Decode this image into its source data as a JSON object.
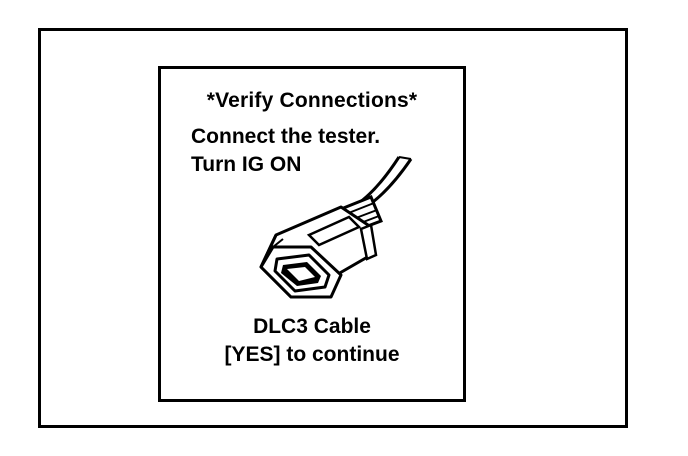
{
  "screen": {
    "title": "*Verify Connections*",
    "instruction_line1": "Connect the tester.",
    "instruction_line2": "Turn IG ON",
    "cable_label": "DLC3 Cable",
    "continue_prompt": "[YES] to continue",
    "illustration_icon": "dlc3-cable-connector-icon"
  }
}
